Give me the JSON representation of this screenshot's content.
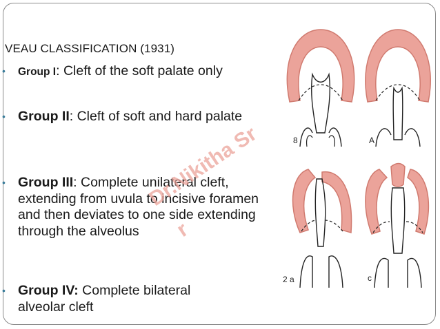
{
  "slide": {
    "title": "VEAU CLASSIFICATION (1931)",
    "groups": [
      {
        "label": "Group I",
        "text": ": Cleft of the soft palate only"
      },
      {
        "label": "Group II",
        "text": ": Cleft of soft and hard palate"
      },
      {
        "label": "Group III",
        "text": ": Complete unilateral cleft, extending from uvula to incisive foramen and then deviates to one side extending through the alveolus"
      },
      {
        "label": "Group IV:",
        "text": " Complete bilateral alveolar cleft"
      }
    ],
    "watermark_line1": "Dr.Nikitha Sr",
    "watermark_line2": "r",
    "figure_letters": [
      "8",
      "A",
      "2 a",
      "c"
    ],
    "colors": {
      "palate_fill": "#eba39a",
      "palate_stroke": "#d07a6f",
      "bullet": "#3b7d9a"
    }
  }
}
